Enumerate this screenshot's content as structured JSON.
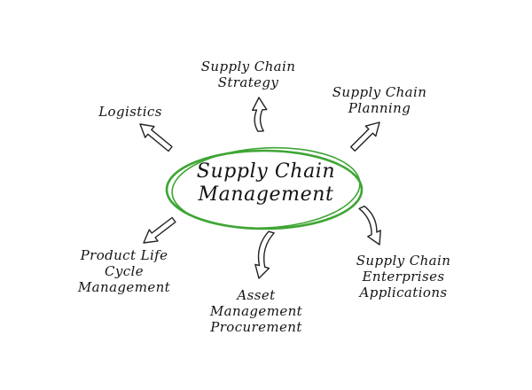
{
  "center": {
    "lines": [
      "Supply Chain",
      "Management"
    ],
    "ellipse_color": "#3fa535"
  },
  "nodes": [
    {
      "id": "supply-chain-strategy",
      "lines": [
        "Supply Chain",
        "Strategy"
      ]
    },
    {
      "id": "logistics",
      "lines": [
        "Logistics"
      ]
    },
    {
      "id": "supply-chain-planning",
      "lines": [
        "Supply Chain",
        "Planning"
      ]
    },
    {
      "id": "product-life-cycle-management",
      "lines": [
        "Product Life",
        "Cycle",
        "Management"
      ]
    },
    {
      "id": "asset-management-procurement",
      "lines": [
        "Asset",
        "Management",
        "Procurement"
      ]
    },
    {
      "id": "supply-chain-enterprises-applications",
      "lines": [
        "Supply Chain",
        "Enterprises",
        "Applications"
      ]
    }
  ],
  "colors": {
    "text": "#141414",
    "arrow_stroke": "#222222",
    "arrow_fill": "#ffffff",
    "background": "#ffffff"
  }
}
